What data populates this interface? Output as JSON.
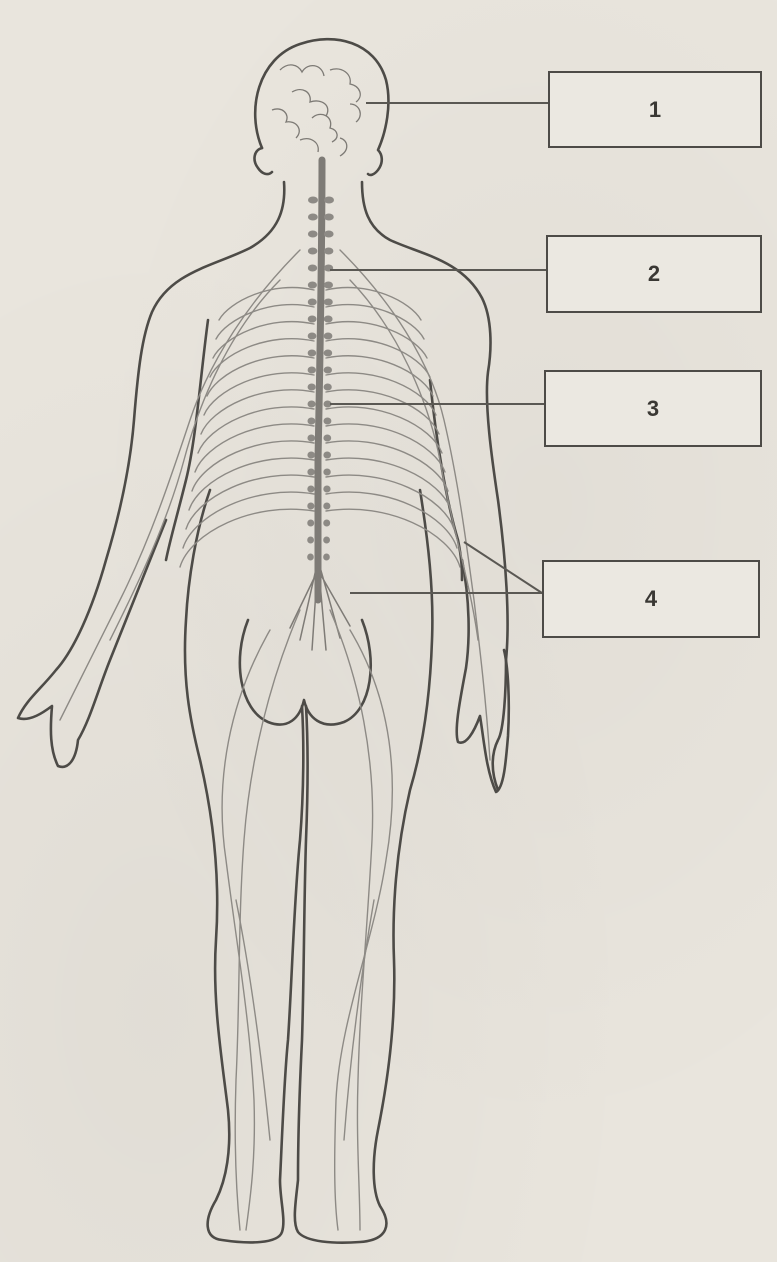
{
  "diagram": {
    "labels": [
      {
        "id": "1",
        "text": "1"
      },
      {
        "id": "2",
        "text": "2"
      },
      {
        "id": "3",
        "text": "3"
      },
      {
        "id": "4",
        "text": "4"
      }
    ],
    "colors": {
      "background": "#e9e5dd",
      "outline": "#4d4b47",
      "nerves": "#8d8a85",
      "spine": "#7e7b76"
    }
  }
}
